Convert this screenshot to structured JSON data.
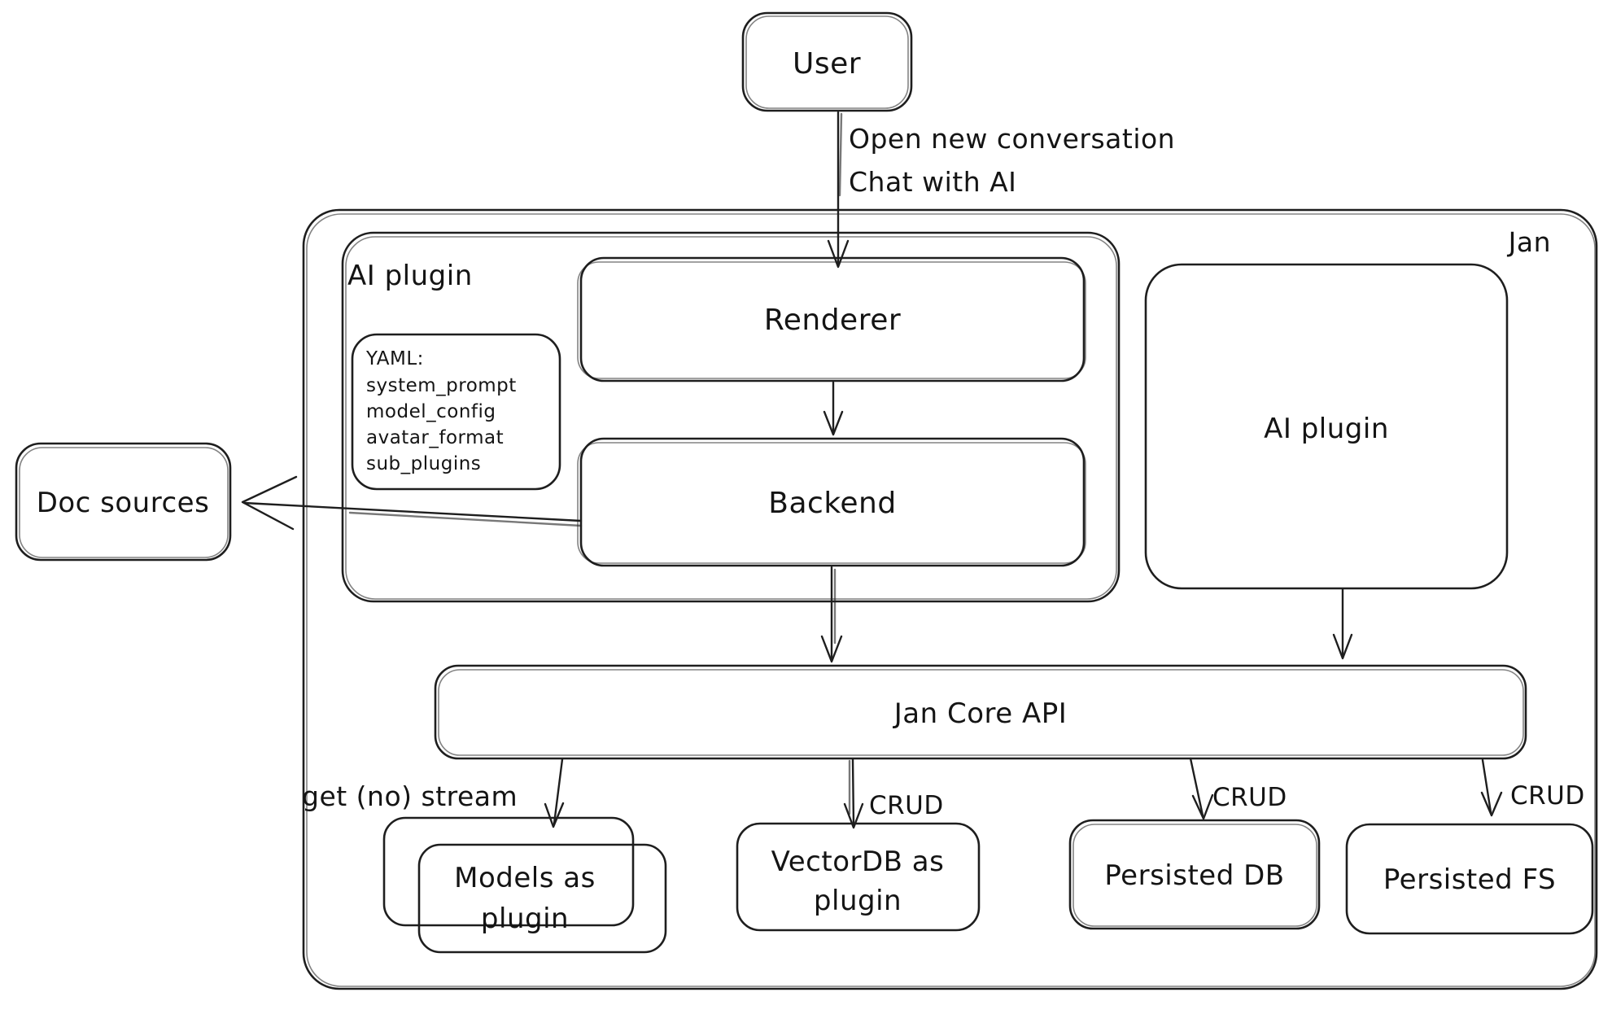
{
  "colors": {
    "stroke": "#1e1e1e",
    "background": "#ffffff"
  },
  "nodes": {
    "user": {
      "label": "User"
    },
    "jan_container": {
      "label": "Jan"
    },
    "ai_plugin_container": {
      "label": "AI plugin"
    },
    "yaml_note": {
      "lines": [
        "YAML:",
        "system_prompt",
        "model_config",
        "avatar_format",
        "sub_plugins"
      ]
    },
    "renderer": {
      "label": "Renderer"
    },
    "backend": {
      "label": "Backend"
    },
    "doc_sources": {
      "label": "Doc sources"
    },
    "ai_plugin_right": {
      "label": "AI plugin"
    },
    "jan_core_api": {
      "label": "Jan Core API"
    },
    "models": {
      "line1": "Models as",
      "line2": "plugin"
    },
    "vectordb": {
      "line1": "VectorDB as",
      "line2": "plugin"
    },
    "persisted_db": {
      "label": "Persisted DB"
    },
    "persisted_fs": {
      "label": "Persisted FS"
    }
  },
  "edges": {
    "user_to_renderer": {
      "line1": "Open new conversation",
      "line2": "Chat with AI"
    },
    "core_to_models": {
      "label": "get (no) stream"
    },
    "core_to_vectordb": {
      "label": "CRUD"
    },
    "core_to_persisted_db": {
      "label": "CRUD"
    },
    "core_to_persisted_fs": {
      "label": "CRUD"
    }
  }
}
